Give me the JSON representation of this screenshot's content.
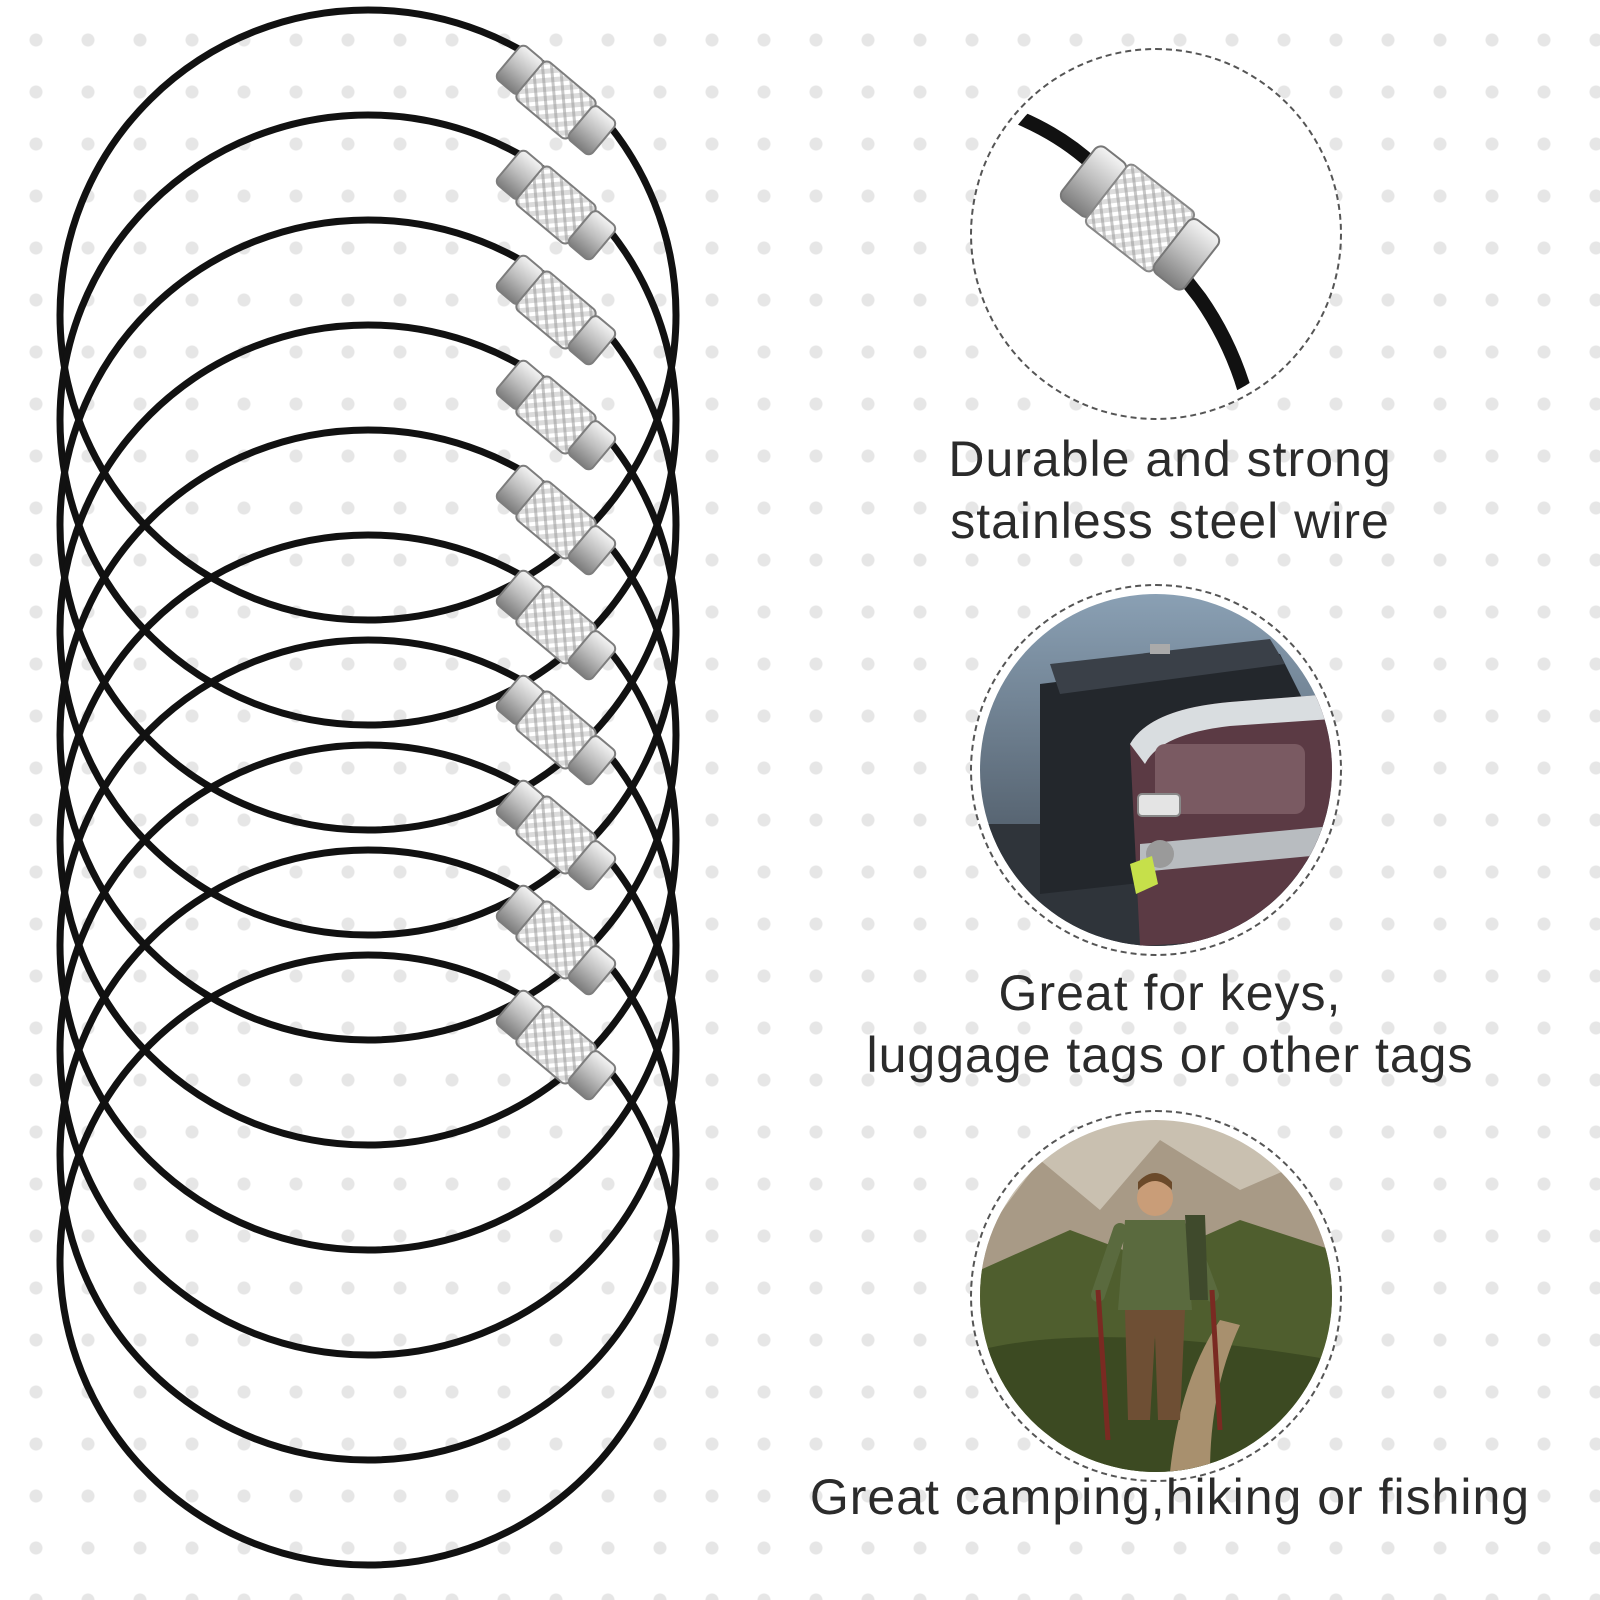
{
  "product": {
    "ring_count": 10,
    "colors": {
      "wire": "#111111",
      "lock_light": "#e8e8e8",
      "lock_dark": "#8a8a8a",
      "text": "#2b2b2b",
      "dots": "#e6e6e6"
    }
  },
  "features": [
    {
      "image_icon": "wire-lock-closeup",
      "caption_lines": [
        "Durable and strong",
        "stainless steel wire"
      ]
    },
    {
      "image_icon": "luggage-photo",
      "caption_lines": [
        "Great for keys,",
        "luggage tags or other tags"
      ]
    },
    {
      "image_icon": "hiker-photo",
      "caption_lines": [
        "Great camping,hiking or fishing"
      ]
    }
  ]
}
